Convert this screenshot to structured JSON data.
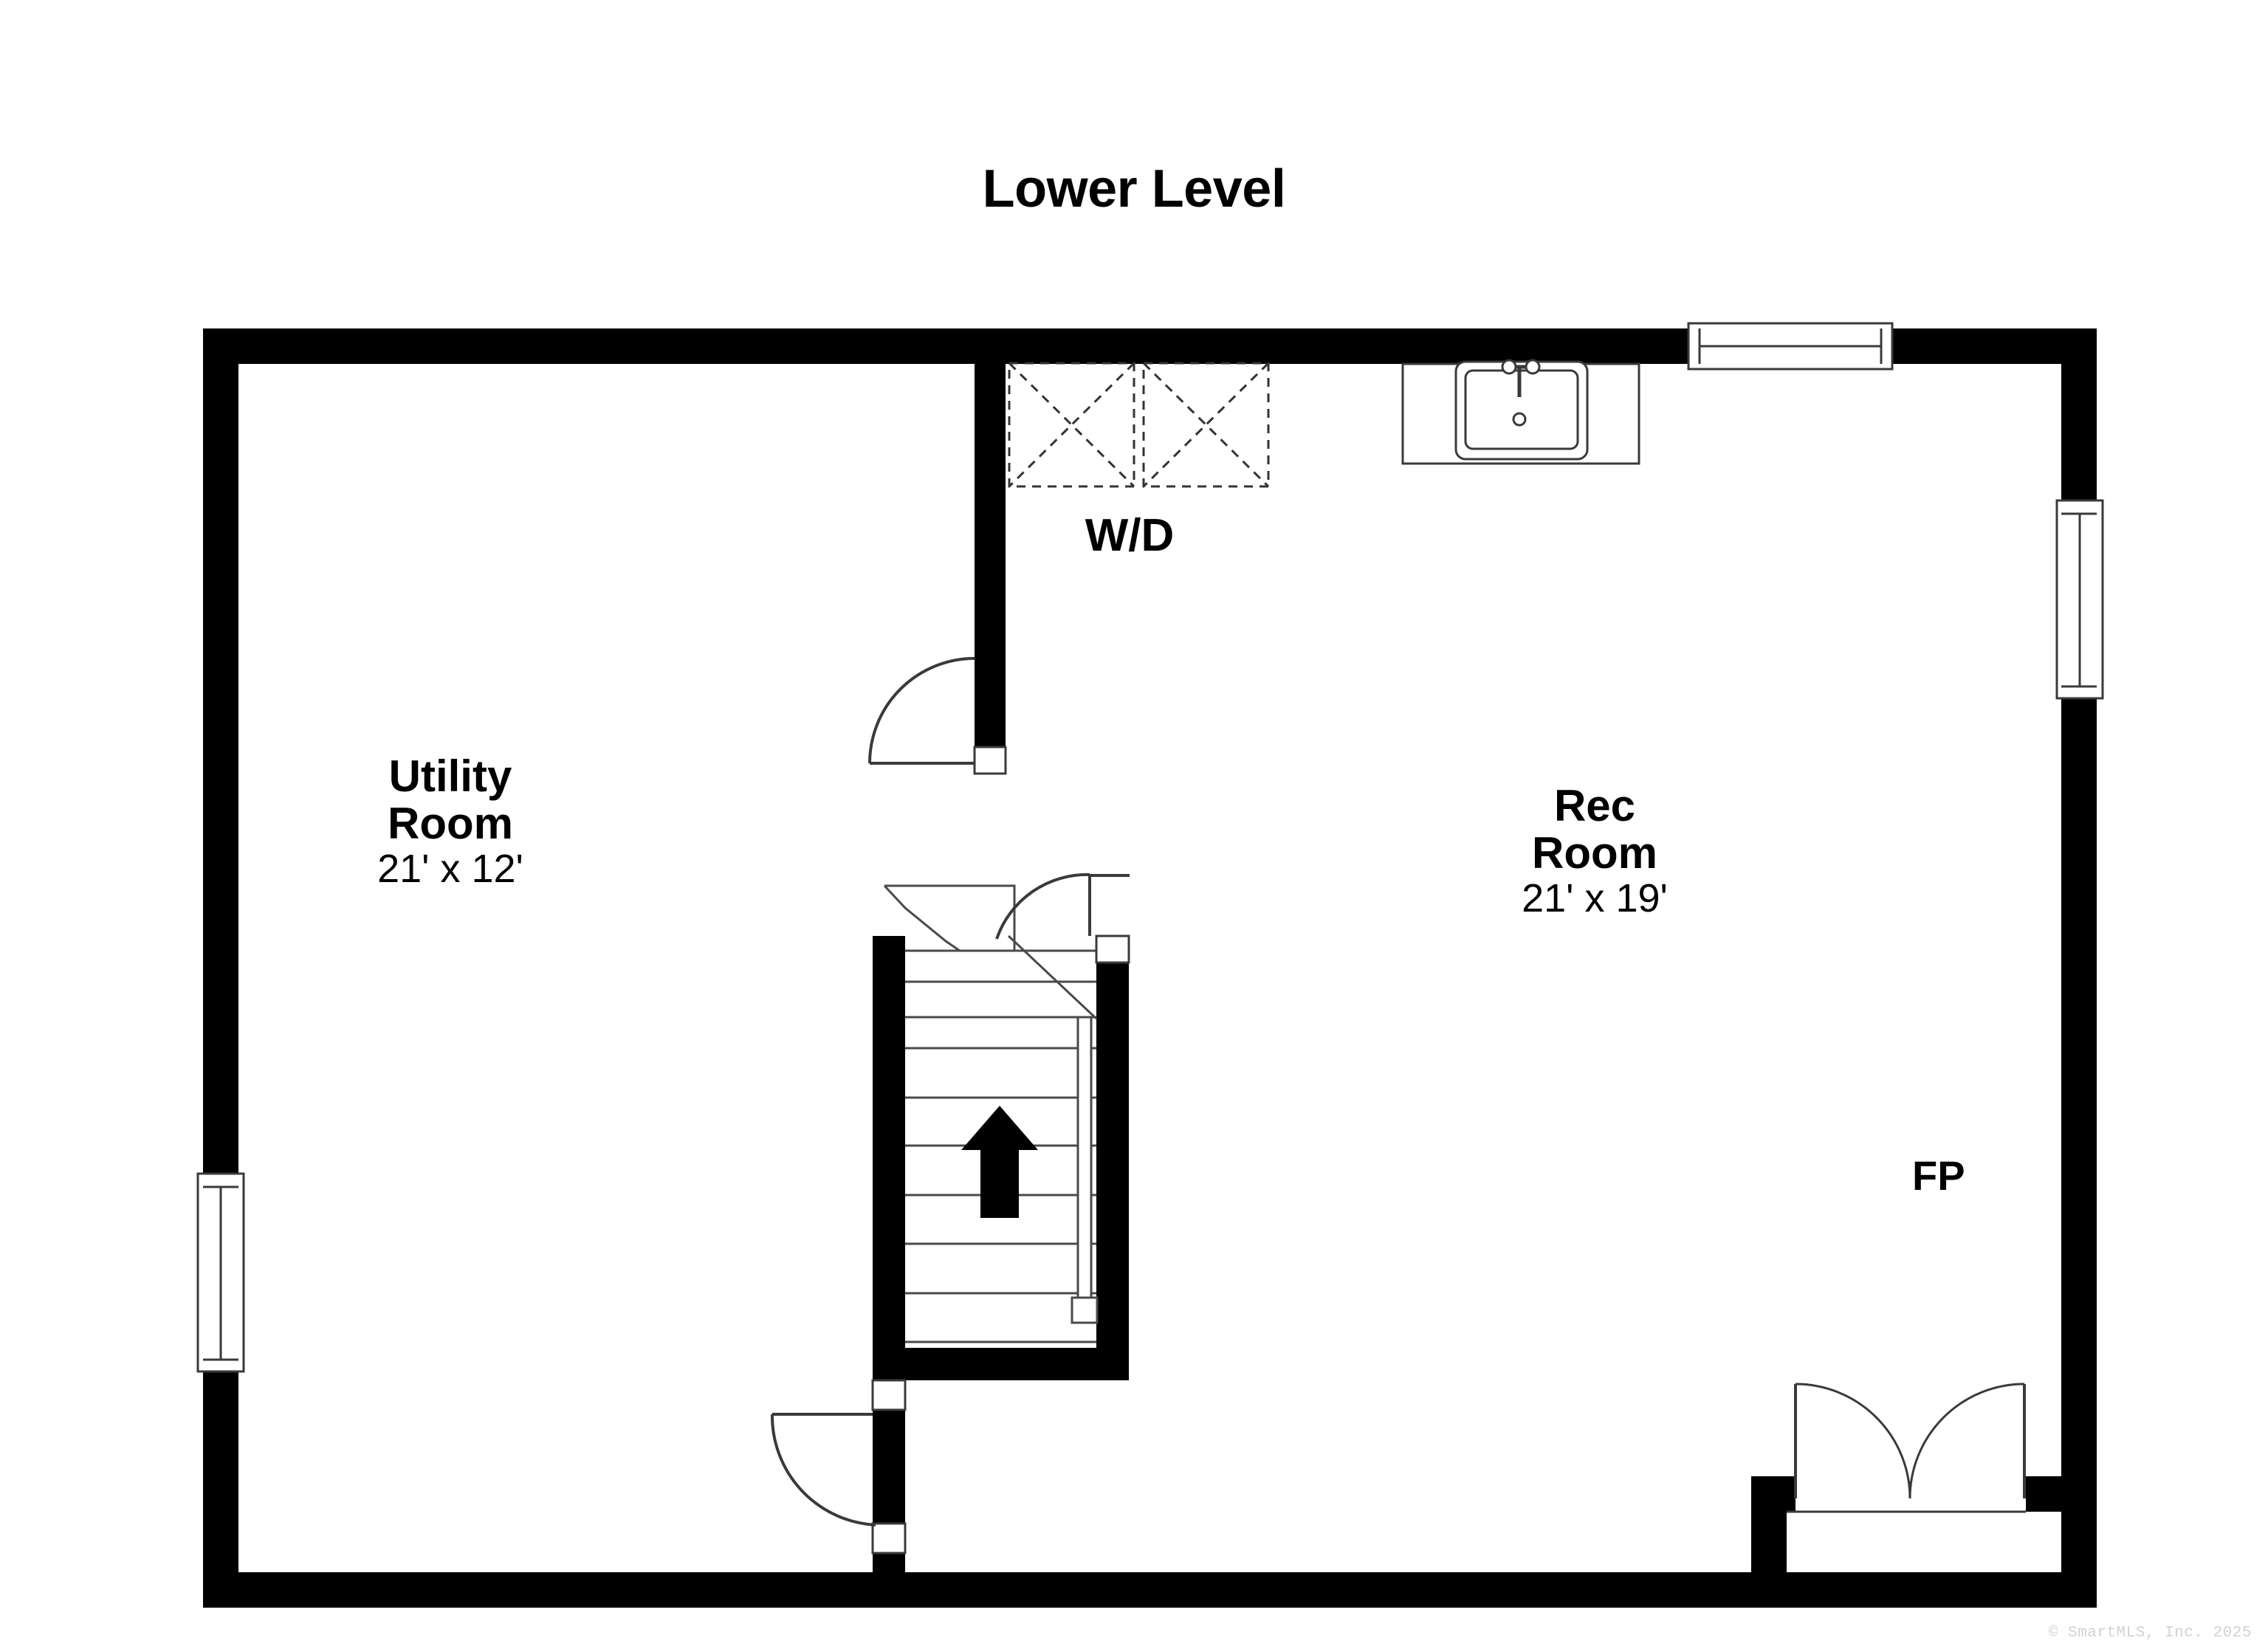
{
  "title": "Lower Level",
  "copyright": "© SmartMLS, Inc.  2025",
  "rooms": [
    {
      "id": "utility-room",
      "name": "Utility\nRoom",
      "dimensions": "21' x 12'"
    },
    {
      "id": "rec-room",
      "name": "Rec\nRoom",
      "dimensions": "21' x 19'"
    }
  ],
  "annotations": {
    "washer_dryer": "W/D",
    "fireplace": "FP"
  },
  "colors": {
    "wall": "#000000",
    "background": "#ffffff",
    "line": "#3a3a3a",
    "copyright": "#d2d2d2"
  },
  "fixtures": [
    {
      "name": "washer",
      "type": "appliance-box"
    },
    {
      "name": "dryer",
      "type": "appliance-box"
    },
    {
      "name": "utility-sink",
      "type": "sink"
    },
    {
      "name": "staircase-up",
      "type": "stairs",
      "direction": "up",
      "treads": 8
    },
    {
      "name": "fireplace",
      "type": "fireplace"
    }
  ],
  "openings": [
    {
      "name": "window-north",
      "type": "window",
      "wall": "north"
    },
    {
      "name": "window-east",
      "type": "window",
      "wall": "east"
    },
    {
      "name": "window-west",
      "type": "window",
      "wall": "west"
    },
    {
      "name": "door-utility-to-rec",
      "type": "door",
      "swing": "single"
    },
    {
      "name": "door-stair-landing",
      "type": "door",
      "swing": "single"
    },
    {
      "name": "door-utility-south",
      "type": "door",
      "swing": "single"
    },
    {
      "name": "door-patio-double",
      "type": "door",
      "swing": "double"
    }
  ]
}
